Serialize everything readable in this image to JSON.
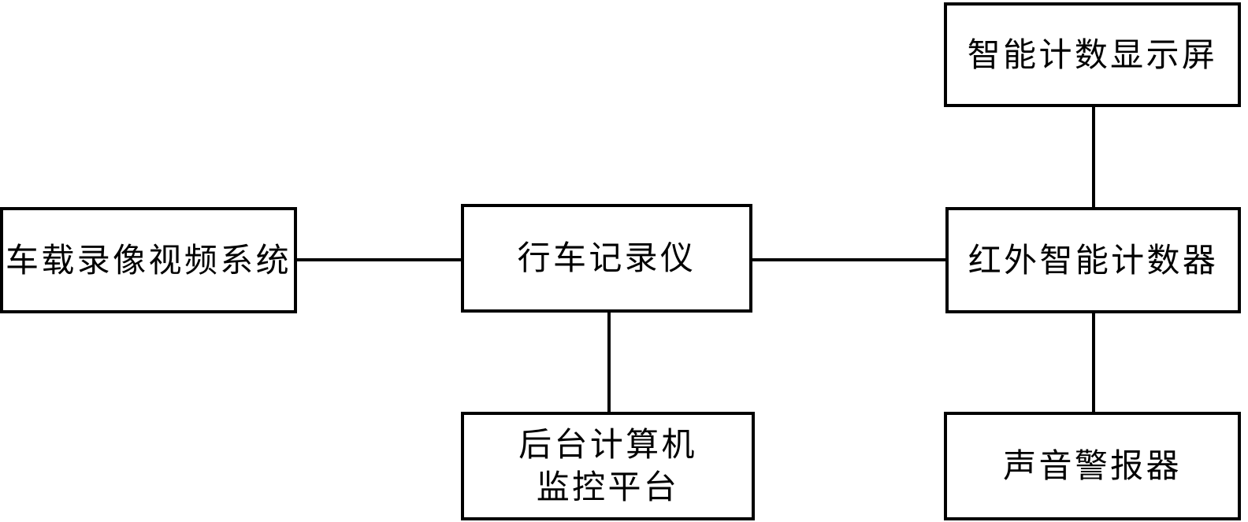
{
  "diagram": {
    "background_color": "#ffffff",
    "line_color": "#000000",
    "nodes": [
      {
        "id": "smart-counting-display",
        "label": "智能计数显示屏"
      },
      {
        "id": "vehicle-video-system",
        "label": "车载录像视频系统"
      },
      {
        "id": "driving-recorder",
        "label": "行车记录仪"
      },
      {
        "id": "infrared-smart-counter",
        "label": "红外智能计数器"
      },
      {
        "id": "backend-computer-platform",
        "lines": [
          "后台计算机",
          "监控平台"
        ]
      },
      {
        "id": "sound-alarm",
        "label": "声音警报器"
      }
    ],
    "edges": [
      {
        "from": "vehicle-video-system",
        "to": "driving-recorder"
      },
      {
        "from": "driving-recorder",
        "to": "infrared-smart-counter"
      },
      {
        "from": "smart-counting-display",
        "to": "infrared-smart-counter"
      },
      {
        "from": "infrared-smart-counter",
        "to": "sound-alarm"
      },
      {
        "from": "driving-recorder",
        "to": "backend-computer-platform"
      }
    ]
  }
}
